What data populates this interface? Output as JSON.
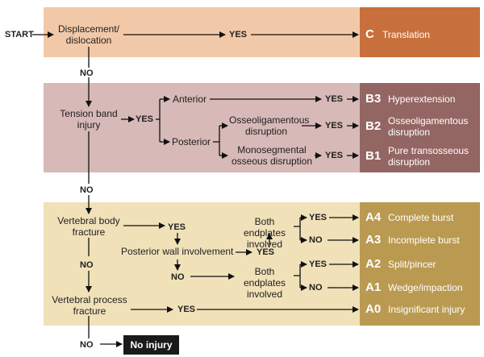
{
  "start": "START",
  "yes": "YES",
  "no": "NO",
  "sectionC": {
    "question": "Displacement/\ndislocation",
    "result_code": "C",
    "result_label": "Translation"
  },
  "sectionB": {
    "question": "Tension band\ninjury",
    "anterior": "Anterior",
    "posterior": "Posterior",
    "osseoligamentous": "Osseoligamentous\ndisruption",
    "monosegmental": "Monosegmental\nosseous disruption",
    "results": [
      {
        "code": "B3",
        "label": "Hyperextension"
      },
      {
        "code": "B2",
        "label": "Osseoligamentous\ndisruption"
      },
      {
        "code": "B1",
        "label": "Pure transosseous\ndisruption"
      }
    ]
  },
  "sectionA": {
    "vertebral_body": "Vertebral body\nfracture",
    "posterior_wall": "Posterior wall involvement",
    "both_endplates_1": "Both endplates\ninvolved",
    "both_endplates_2": "Both endplates\ninvolved",
    "vertebral_process": "Vertebral process\nfracture",
    "results": [
      {
        "code": "A4",
        "label": "Complete burst"
      },
      {
        "code": "A3",
        "label": "Incomplete burst"
      },
      {
        "code": "A2",
        "label": "Split/pincer"
      },
      {
        "code": "A1",
        "label": "Wedge/impaction"
      },
      {
        "code": "A0",
        "label": "Insignificant injury"
      }
    ]
  },
  "no_injury": "No injury",
  "colors": {
    "c_panel": "#f2c9a8",
    "c_result": "#c8703c",
    "b_panel": "#d7b9b7",
    "b_result": "#946663",
    "a_panel": "#f0e1b8",
    "a_result": "#ba9a50"
  }
}
